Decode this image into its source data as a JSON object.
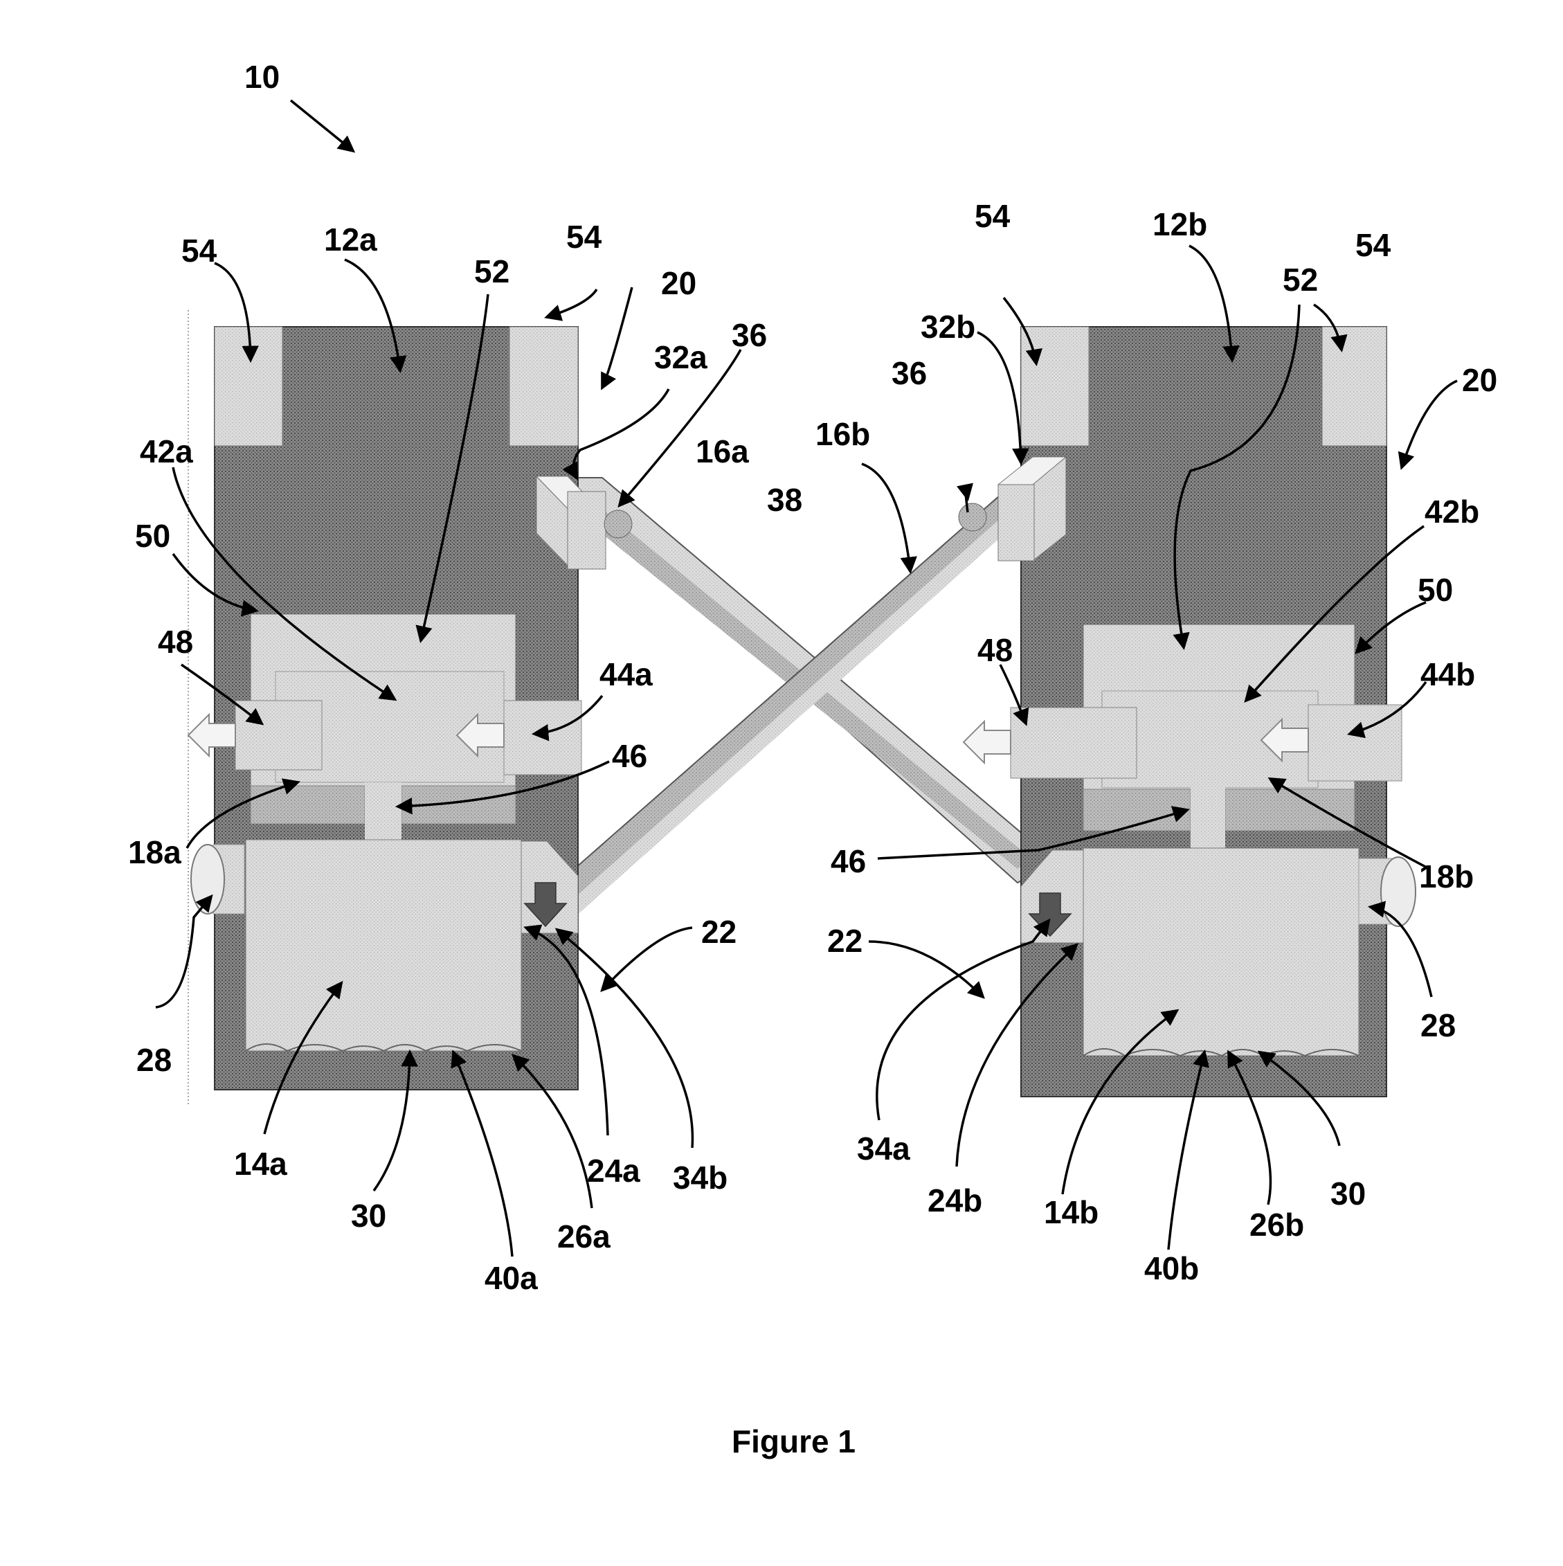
{
  "figure": {
    "caption": "Figure 1"
  },
  "labels": {
    "l10": "10",
    "l54_a1": "54",
    "l12a": "12a",
    "l52_a": "52",
    "l54_a2": "54",
    "l20_a": "20",
    "l32a": "32a",
    "l36_a": "36",
    "l42a": "42a",
    "l50_a": "50",
    "l48_a": "48",
    "l44a": "44a",
    "l46_a": "46",
    "l18a": "18a",
    "l28_a": "28",
    "l14a": "14a",
    "l30_a": "30",
    "l40a": "40a",
    "l26a": "26a",
    "l24a": "24a",
    "l34b": "34b",
    "l22_a": "22",
    "l16a": "16a",
    "l38": "38",
    "l16b": "16b",
    "l36_b": "36",
    "l32b": "32b",
    "l54_b1": "54",
    "l12b": "12b",
    "l52_b": "52",
    "l54_b2": "54",
    "l20_b": "20",
    "l42b": "42b",
    "l50_b": "50",
    "l48_b": "48",
    "l44b": "44b",
    "l46_b": "46",
    "l18b": "18b",
    "l28_b": "28",
    "l14b": "14b",
    "l30_b": "30",
    "l40b": "40b",
    "l26b": "26b",
    "l24b": "24b",
    "l34a": "34a",
    "l22_b": "22"
  }
}
